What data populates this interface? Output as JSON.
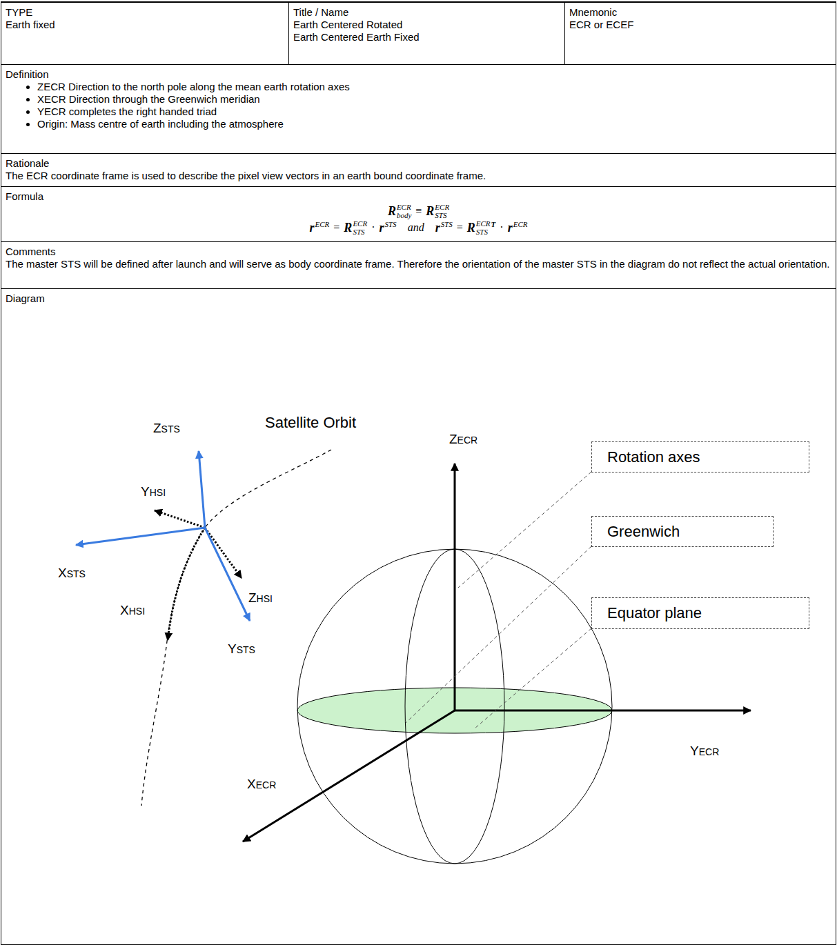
{
  "diagram": {
    "nodes": [
      {
        "text": [
          "TYPE",
          "Earth fixed"
        ]
      },
      {
        "text": [
          "Title / Name",
          "Earth Centered Rotated",
          "Earth Centered Earth Fixed"
        ]
      },
      {
        "text": [
          "Mnemonic",
          "ECR or ECEF"
        ]
      },
      {
        "text": [
          "Definition",
          "ZECR Direction to the north pole along the mean earth rotation axes",
          "XECR Direction through the Greenwich meridian",
          "YECR completes the right handed triad",
          "Origin: Mass centre of earth including the atmosphere"
        ]
      },
      {
        "text": [
          "Rationale",
          "The ECR coordinate frame is used to describe the pixel view vectors in an earth bound coordinate frame."
        ]
      },
      {
        "text": [
          "Formula"
        ]
      },
      {
        "text": [
          "Comments",
          "The master STS will be defined after launch and will serve as body coordinate frame. Therefore the orientation of the master STS in the diagram do not reflect the actual orientation."
        ]
      },
      {
        "text": [
          "Diagram"
        ]
      },
      {
        "text": [
          "Rotation axes"
        ],
        "in": 7
      },
      {
        "text": [
          "Greenwich"
        ],
        "in": 7
      },
      {
        "text": [
          "Equator plane"
        ],
        "in": 7
      }
    ],
    "labels": [
      "Satellite Orbit",
      "ZSTS",
      "YHSI",
      "XSTS",
      "ZHSI",
      "XHSI",
      "YSTS",
      "ZECR",
      "YECR",
      "XECR",
      "R",
      "ECR",
      "body",
      "≡",
      "R",
      "ECR",
      "STS",
      "r",
      "ECR",
      "=",
      "R",
      "ECR",
      "STS",
      "·",
      "r",
      "STS",
      "and",
      "r",
      "STS",
      "=",
      "R",
      "ECR",
      "STS",
      "T",
      "·",
      "r",
      "ECR"
    ]
  }
}
